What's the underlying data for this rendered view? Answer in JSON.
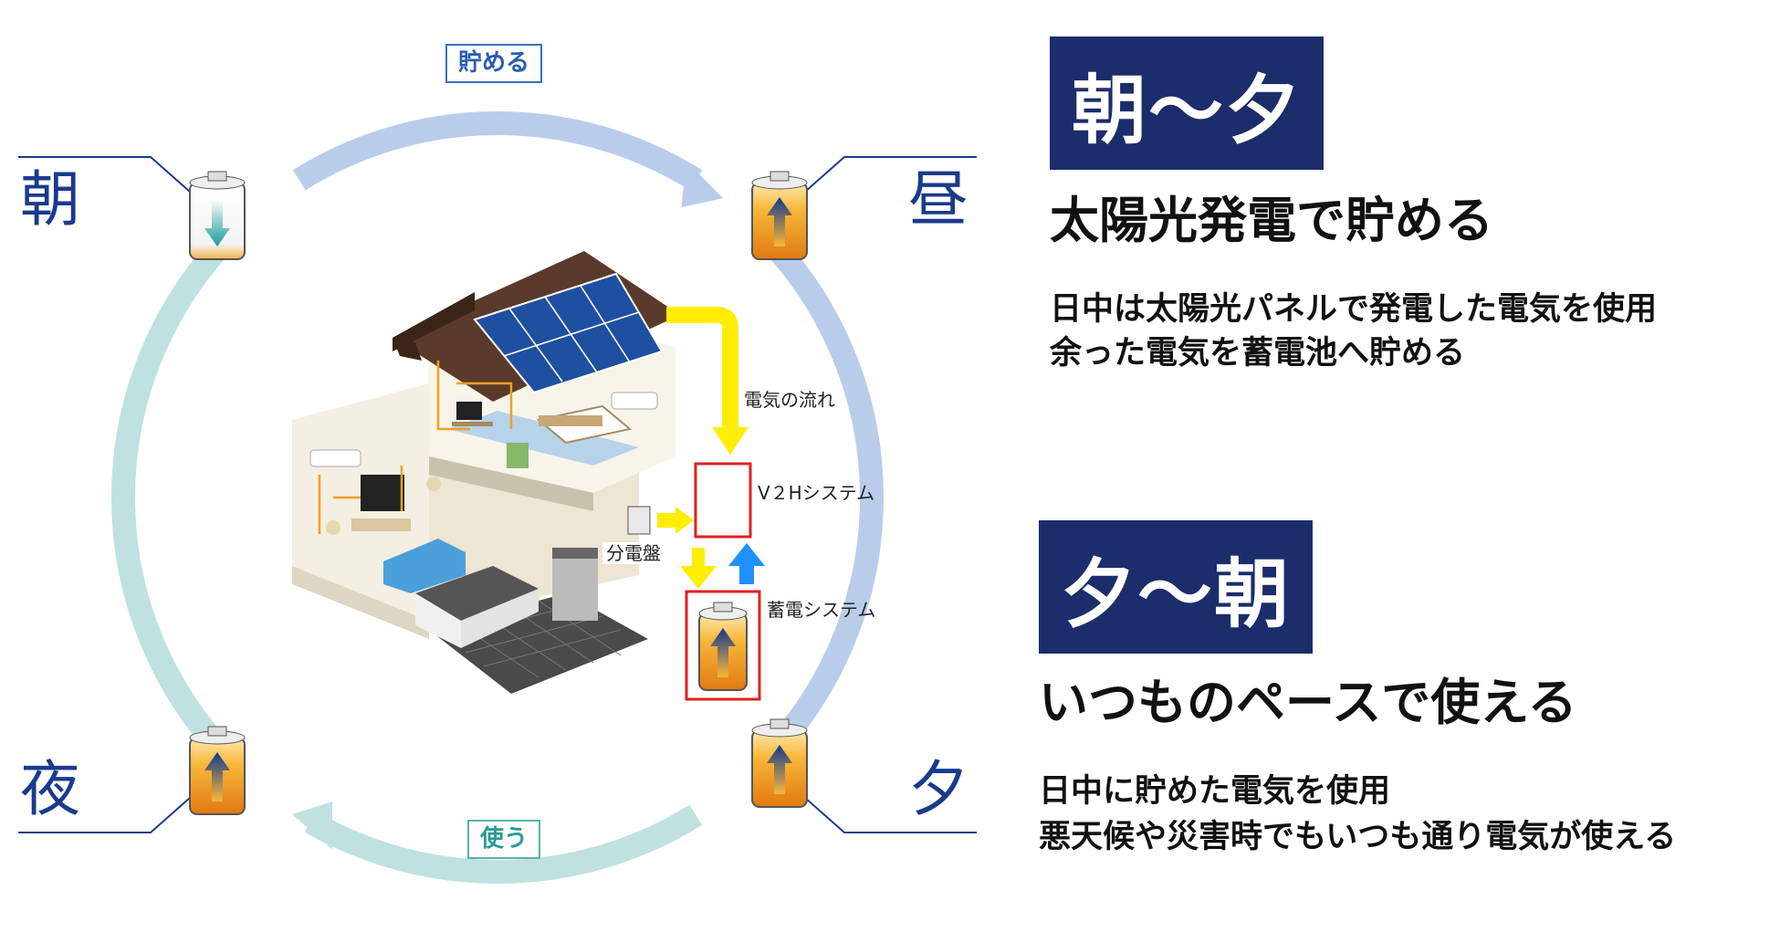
{
  "cycle": {
    "morning": "朝",
    "noon": "昼",
    "evening": "夕",
    "night": "夜",
    "store_label": "貯める",
    "use_label": "使う"
  },
  "house": {
    "flow_label": "電気の流れ",
    "v2h_label": "V２Hシステム",
    "panel_label": "分電盤",
    "storage_label": "蓄電システム"
  },
  "daytime": {
    "badge": "朝〜夕",
    "heading": "太陽光発電で貯める",
    "line1": "日中は太陽光パネルで発電した電気を使用",
    "line2": "余った電気を蓄電池へ貯める"
  },
  "nighttime": {
    "badge": "夕〜朝",
    "heading": "いつものペースで使える",
    "line1": "日中に貯めた電気を使用",
    "line2": "悪天候や災害時でもいつも通り電気が使える"
  },
  "colors": {
    "navy": "#1c2d6b",
    "label_blue": "#1a3b8c",
    "store_arc": "#b9cdea",
    "use_arc": "#bfe1df",
    "flow_yellow": "#ffee00",
    "flow_blue": "#1e90ff",
    "highlight_red": "#e02020",
    "battery_orange": "#f0a020"
  }
}
